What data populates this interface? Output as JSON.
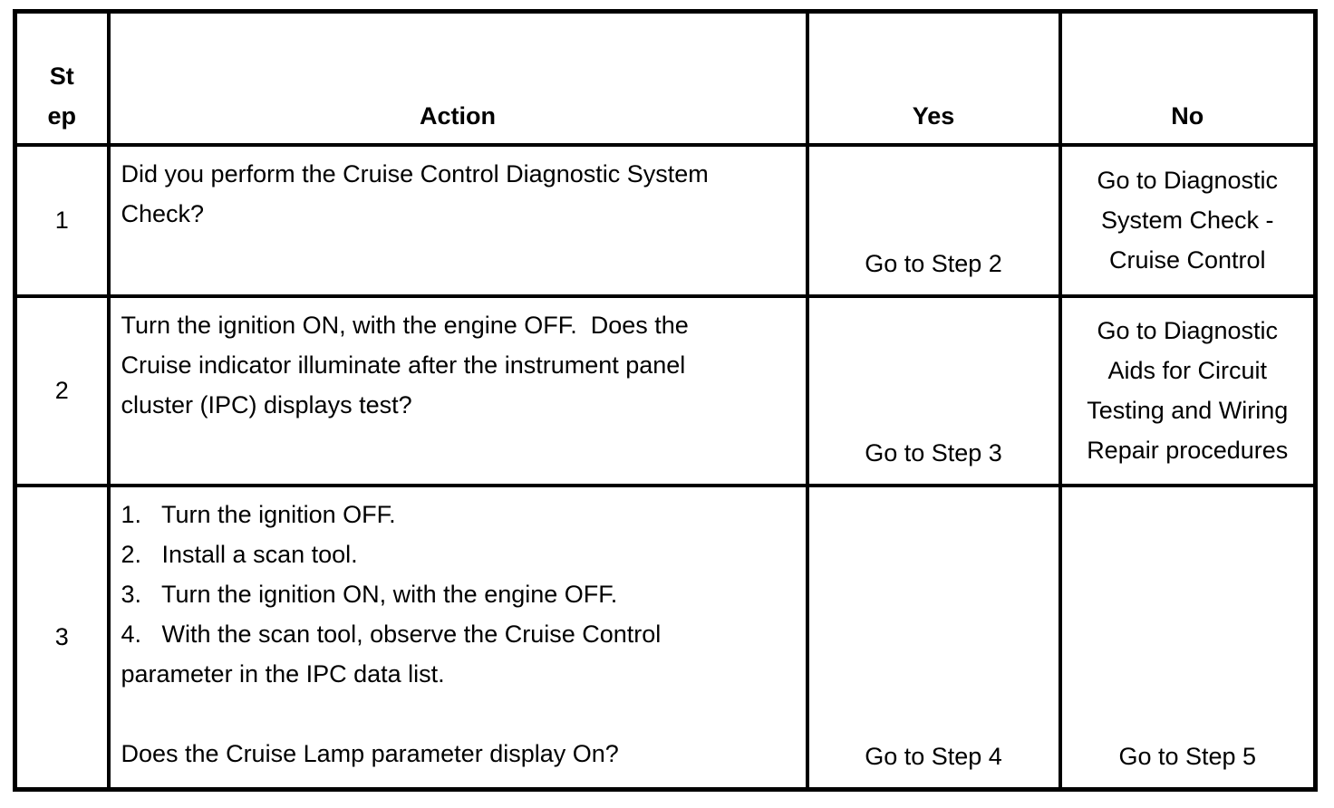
{
  "meta": {
    "title": "Cruise Control Diagnostic System Check table",
    "colors": {
      "background": "#ffffff",
      "border": "#000000",
      "text": "#000000"
    }
  },
  "table": {
    "headers": {
      "step_lines": [
        "St",
        "ep"
      ],
      "action": "Action",
      "yes": "Yes",
      "no": "No"
    },
    "rows": [
      {
        "step": "1",
        "action_lines": [
          "Did you perform the Cruise Control Diagnostic System",
          "Check?"
        ],
        "yes": "Go to Step 2",
        "no_lines": [
          "Go to Diagnostic",
          "System Check -",
          "Cruise Control"
        ]
      },
      {
        "step": "2",
        "action_lines": [
          "Turn the ignition ON, with the engine OFF.  Does the",
          "Cruise indicator illuminate after the instrument panel",
          "cluster (IPC) displays test?"
        ],
        "yes": "Go to Step 3",
        "no_lines": [
          "Go to Diagnostic",
          "Aids for Circuit",
          "Testing and Wiring",
          "Repair procedures"
        ]
      },
      {
        "step": "3",
        "action_lines": [
          "1.   Turn the ignition OFF.",
          "2.   Install a scan tool.",
          "3.   Turn the ignition ON, with the engine OFF.",
          "4.   With the scan tool, observe the Cruise Control",
          "parameter in the IPC data list.",
          "",
          "Does the Cruise Lamp parameter display On?"
        ],
        "yes": "Go to Step 4",
        "no": "Go to Step 5"
      }
    ]
  }
}
